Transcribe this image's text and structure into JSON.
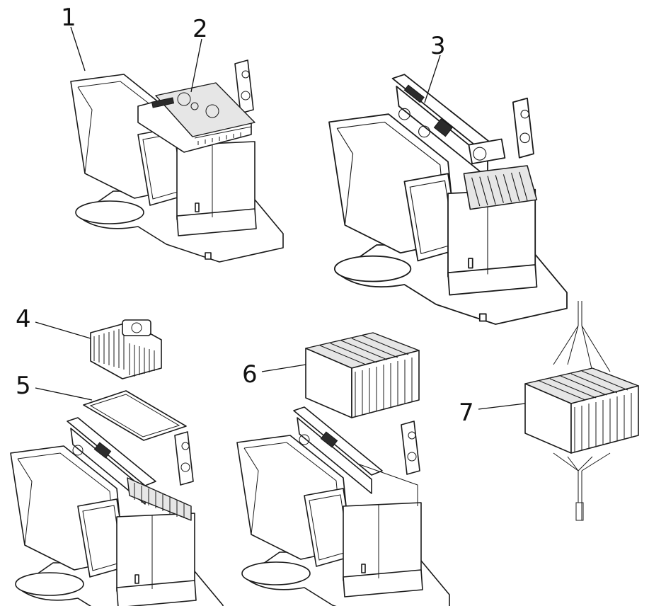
{
  "callouts": [
    {
      "id": "1",
      "label": "1"
    },
    {
      "id": "2",
      "label": "2"
    },
    {
      "id": "3",
      "label": "3"
    },
    {
      "id": "4",
      "label": "4"
    },
    {
      "id": "5",
      "label": "5"
    },
    {
      "id": "6",
      "label": "6"
    },
    {
      "id": "7",
      "label": "7"
    }
  ],
  "colors": {
    "line": "#1a1a1a",
    "background": "#ffffff",
    "shade": "#e6e6e6",
    "dark": "#2b2b2b"
  }
}
